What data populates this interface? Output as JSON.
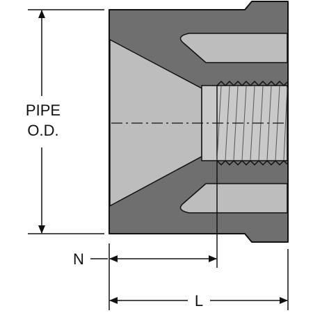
{
  "labels": {
    "pipe_od_line1": "PIPE",
    "pipe_od_line2": "O.D.",
    "dimension_n": "N",
    "dimension_l": "L"
  },
  "colors": {
    "body_dark": "#6f6f6f",
    "bore_light": "#bdbdbd",
    "thread_light": "#c9c9c9",
    "outline": "#111111",
    "dimension_line": "#111111"
  }
}
